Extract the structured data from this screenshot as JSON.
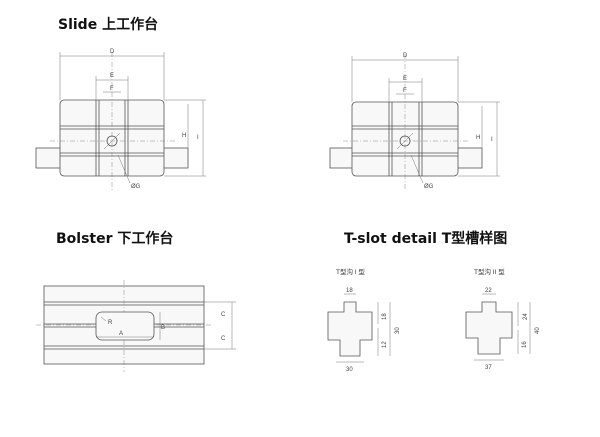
{
  "headings": {
    "slide": "Slide 上工作台",
    "bolster": "Bolster 下工作台",
    "tslot": "T-slot detail T型槽样图"
  },
  "slide_labels": {
    "D": "D",
    "E": "E",
    "F": "F",
    "H": "H",
    "I": "I",
    "G": "ØG"
  },
  "bolster_labels": {
    "A": "A",
    "B": "B",
    "C": "C",
    "R": "R"
  },
  "tslot_1": {
    "caption": "T型沟 I 型",
    "dims": [
      "18",
      "30",
      "18",
      "12",
      "30"
    ]
  },
  "tslot_2": {
    "caption": "T型沟 II 型",
    "dims": [
      "22",
      "40",
      "24",
      "16",
      "37"
    ]
  }
}
